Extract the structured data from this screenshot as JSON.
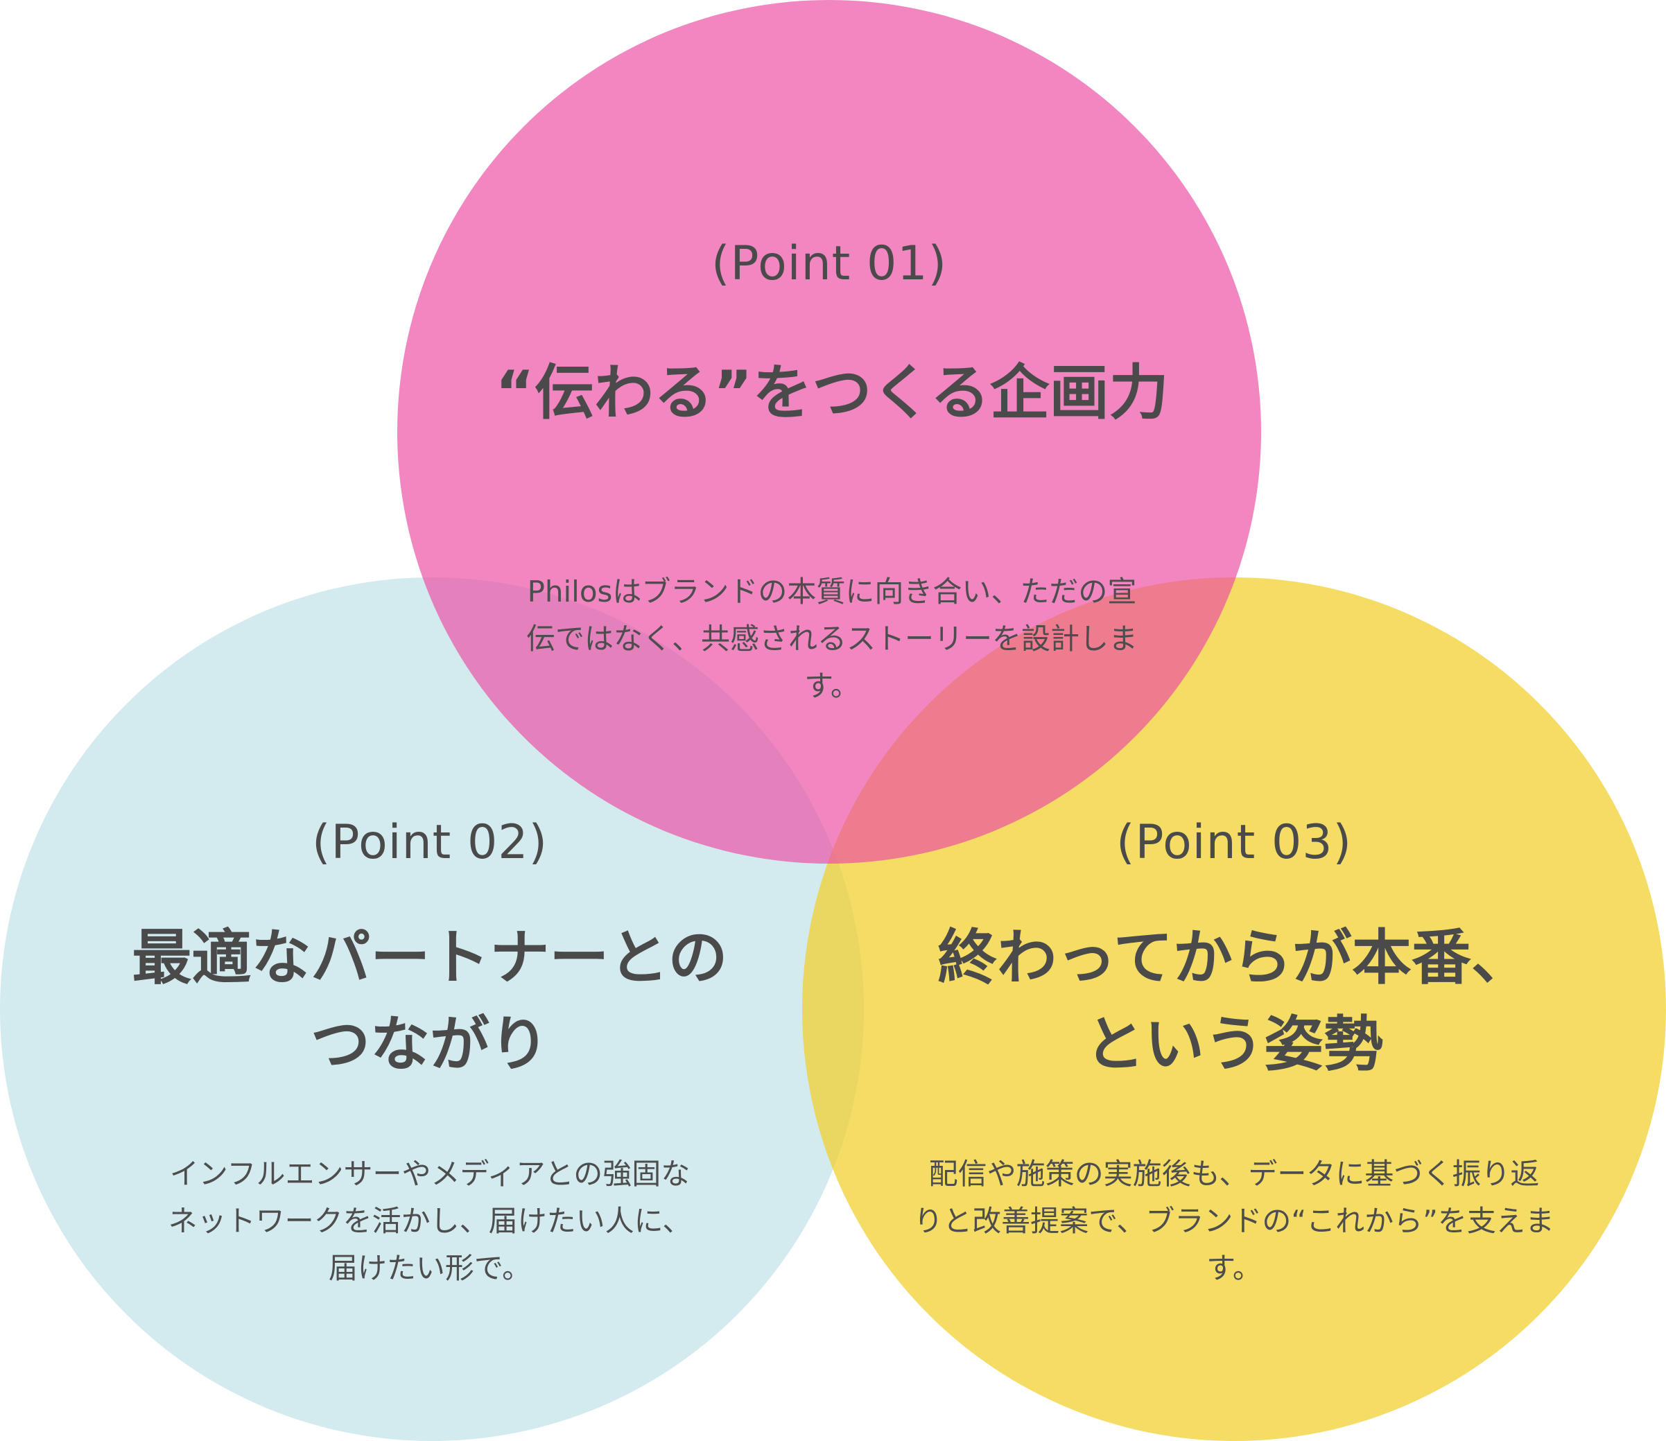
{
  "points": [
    {
      "label": "(Point 01)",
      "title": "“伝わる”をつくる企画力",
      "description": "Philosはブランドの本質に向き合い、ただの宣\n伝ではなく、共感されるストーリーを設計しま\nす。",
      "color": "#ec4da3"
    },
    {
      "label": "(Point 02)",
      "title": "最適なパートナーとの\nつながり",
      "description": "インフルエンサーやメディアとの強固な\nネットワークを活かし、届けたい人に、\n届けたい形で。",
      "color": "#d3ebef"
    },
    {
      "label": "(Point 03)",
      "title": "終わってからが本番、\nという姿勢",
      "description": "配信や施策の実施後も、データに基づく振り返\nりと改善提案で、ブランドの“これから”を支えま\nす。",
      "color": "#f1cf29"
    }
  ]
}
